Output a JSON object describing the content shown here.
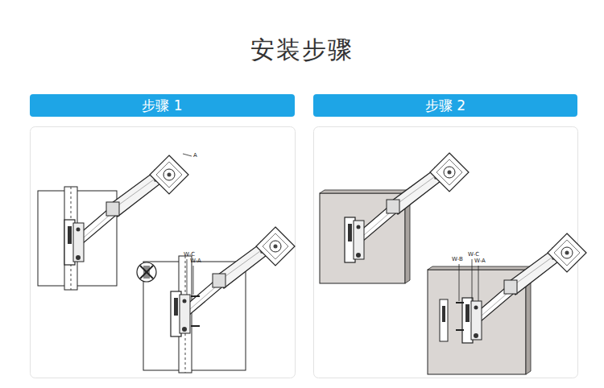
{
  "diagram": {
    "title": "安装步骤",
    "nodes": [
      {
        "text": [
          "步骤 1"
        ]
      },
      {
        "text": [
          "步骤 2"
        ]
      }
    ],
    "labels": [
      "A",
      "W-C",
      "W-A",
      "W-B",
      "W-C",
      "W-A"
    ]
  }
}
